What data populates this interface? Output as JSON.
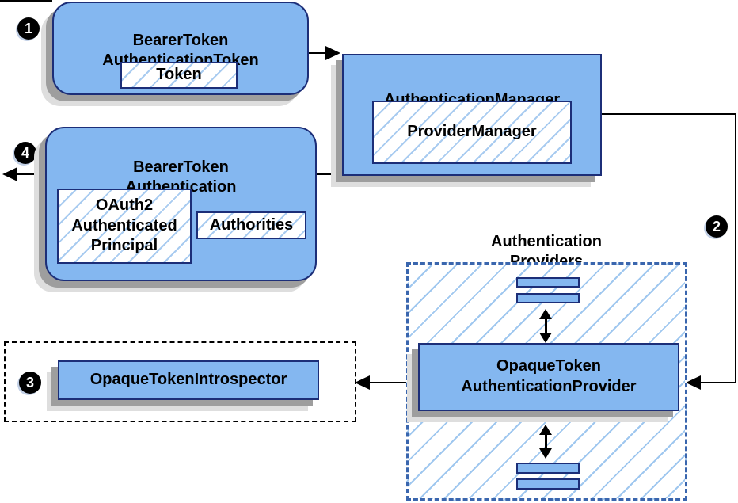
{
  "diagram": {
    "badges": {
      "step1": "1",
      "step2": "2",
      "step3": "3",
      "step4": "4"
    },
    "nodes": {
      "bearer_token_authentication_token": {
        "label": "BearerToken\nAuthenticationToken",
        "token_label": "Token"
      },
      "authentication_manager": {
        "label": "AuthenticationManager",
        "provider_manager_label": "ProviderManager"
      },
      "bearer_token_authentication": {
        "label": "BearerToken\nAuthentication",
        "principal_label": "OAuth2\nAuthenticated\nPrincipal",
        "authorities_label": "Authorities"
      },
      "authentication_providers": {
        "label": "Authentication\nProviders"
      },
      "opaque_token_authentication_provider": {
        "label": "OpaqueToken\nAuthenticationProvider"
      },
      "opaque_token_introspector": {
        "label": "OpaqueTokenIntrospector"
      }
    },
    "colors": {
      "node_fill": "#84B7F0",
      "node_border": "#1C2E78",
      "hatch_line": "#A8CBF0",
      "region_dashed_border": "#3A66AE",
      "dotted_border": "#000000",
      "arrow": "#000000",
      "badge_bg": "#000000",
      "badge_text": "#FFFFFF",
      "shadow": "#9E9E9E"
    }
  }
}
